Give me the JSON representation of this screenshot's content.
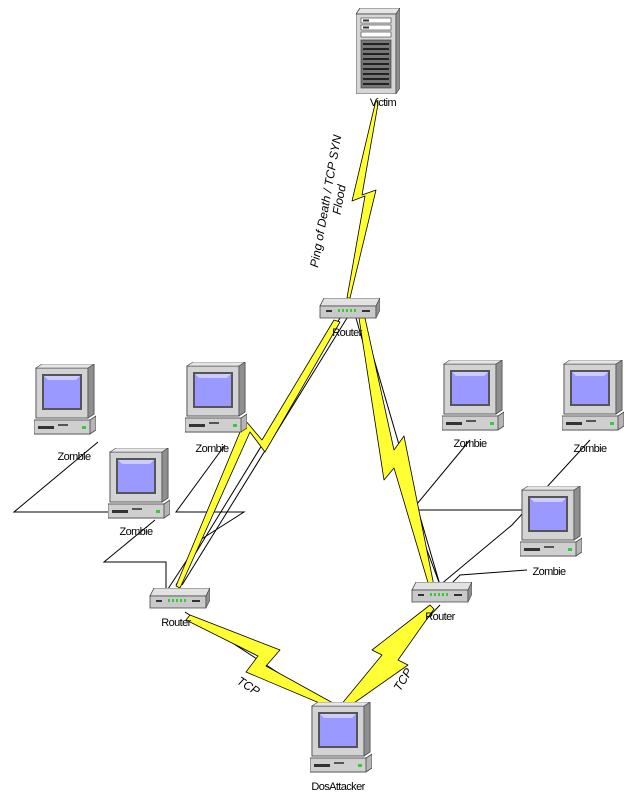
{
  "labels": {
    "victim": "Victim",
    "flood": "Ping of Death / TCP SYN Flood",
    "flood_line1": "Ping of Death / TCP SYN",
    "flood_line2": "Flood",
    "router": "Router",
    "zombie": "Zombie",
    "attacker": "DosAttacker",
    "tcp": "TCP"
  },
  "colors": {
    "lightning": "#ffff33",
    "screen": "#9999ff",
    "case": "#cfcfcf",
    "line": "#000000"
  },
  "icons": {
    "server": "server-icon",
    "router": "router-icon",
    "computer": "computer-icon",
    "link": "lightning-link-icon"
  }
}
